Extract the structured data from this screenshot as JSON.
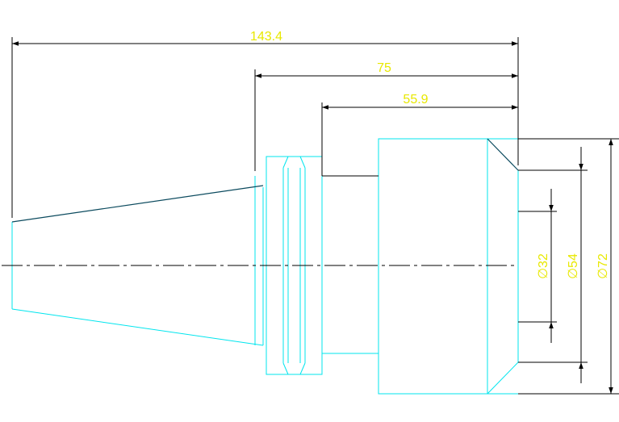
{
  "colors": {
    "background": "#ffffff",
    "outline": "#00e5ee",
    "dimension_line": "#000000",
    "dimension_text": "#e8e800",
    "top_edge": "#0b4a5e"
  },
  "dimensions": {
    "total_length": "143.4",
    "flange_to_end": "75",
    "shoulder_to_end": "55.9",
    "bore_diameter": "∅32",
    "inner_diameter": "∅54",
    "outer_diameter": "∅72"
  }
}
